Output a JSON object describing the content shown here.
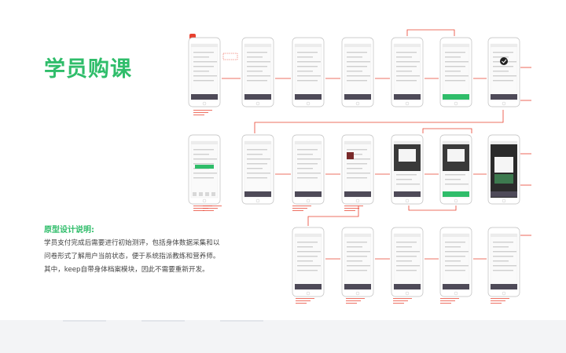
{
  "page": {
    "title": "学员购课",
    "description_heading": "原型设计说明:",
    "description_lines": [
      "学员支付完成后需要进行初始测评，包括身体数据采集和以",
      "问卷形式了解用户当前状态，便于系统指派教练和营养师。",
      "其中，keep自带身体档案模块，因此不需要重新开发。"
    ]
  },
  "colors": {
    "accent": "#2fbd6a",
    "annotation": "#e8412f",
    "toolbar": "#4e4a58"
  },
  "diagram": {
    "rows": [
      {
        "name": "row-1",
        "screens": 7
      },
      {
        "name": "row-2",
        "screens": 7
      },
      {
        "name": "row-3",
        "screens": 5
      }
    ]
  }
}
